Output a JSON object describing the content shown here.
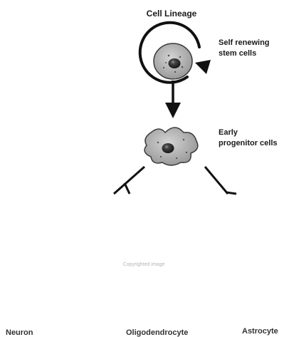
{
  "diagram": {
    "title": "Cell Lineage",
    "stem_label_1": "Self renewing",
    "stem_label_2": "stem cells",
    "progenitor_label_1": "Early",
    "progenitor_label_2": "progenitor cells",
    "watermark": "Copyrighted image",
    "bottom_labels": [
      "Neuron",
      "Oligodendrocyte",
      "Astrocyte"
    ]
  },
  "colors": {
    "cell_body": "#b9b9b9",
    "nucleus": "#2a2a2a",
    "arrow": "#111111"
  }
}
